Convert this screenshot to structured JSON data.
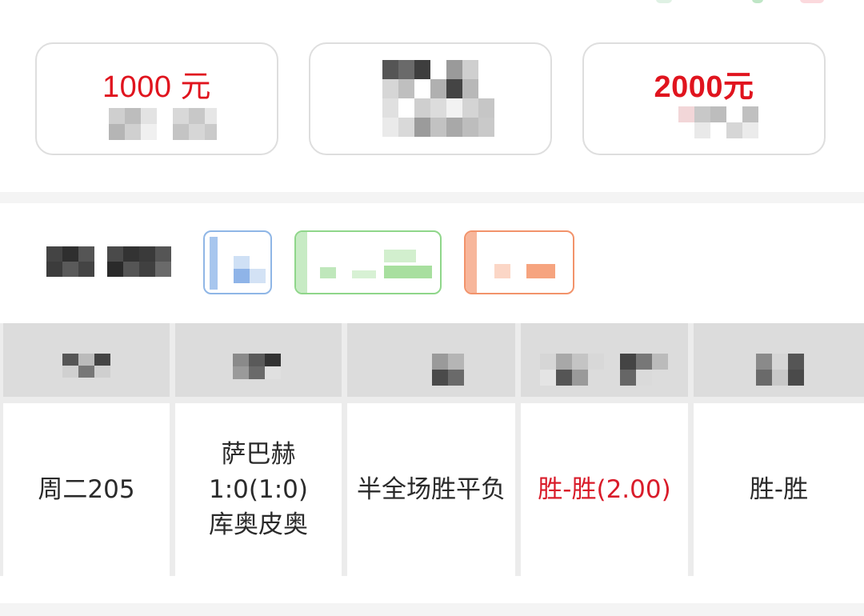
{
  "prize_cards": [
    {
      "amount": "1000 元"
    },
    {
      "amount": ""
    },
    {
      "amount": "2000元"
    }
  ],
  "colors": {
    "accent_red": "#e0141e",
    "result_red": "#d91c2a",
    "tag_blue": "#8fb6e6",
    "tag_green": "#8fd68a",
    "tag_orange": "#f2936b"
  },
  "table": {
    "row": {
      "match_no": "周二205",
      "home_team": "萨巴赫",
      "score": "1:0(1:0)",
      "away_team": "库奥皮奥",
      "play_type": "半全场胜平负",
      "selection": "胜-胜(2.00)",
      "result": "胜-胜"
    }
  }
}
